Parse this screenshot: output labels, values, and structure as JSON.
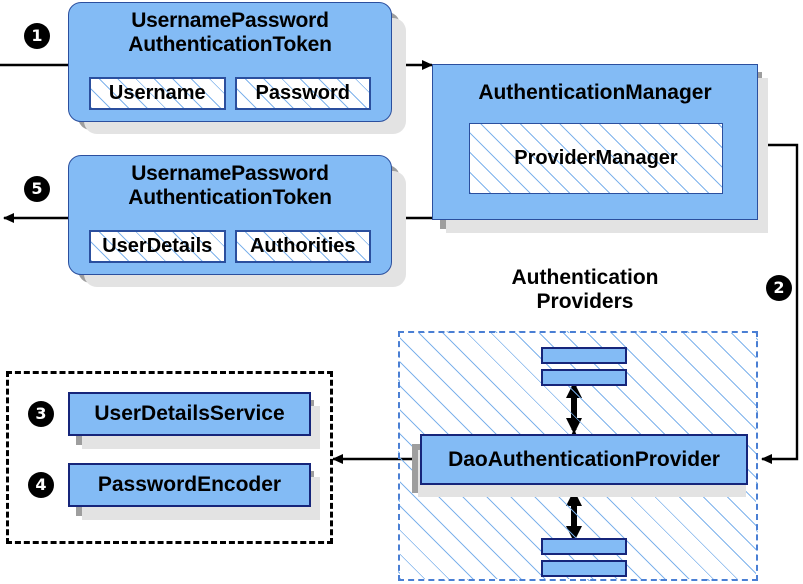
{
  "diagram": {
    "title": "Spring Security username/password authentication flow",
    "colors": {
      "box_fill": "#83bbf5",
      "box_border": "#2b4f9e",
      "bar_border": "#16257a",
      "hatch": "#78afeb",
      "dashed_blue": "#4a7fd4",
      "dashed_black": "#000000",
      "shadow_dark": "#9e9e9e",
      "shadow_light": "#e3e3e3",
      "marker": "#000000"
    }
  },
  "steps": [
    {
      "id": "step-1",
      "number": "❶",
      "label": "1"
    },
    {
      "id": "step-2",
      "number": "❷",
      "label": "2"
    },
    {
      "id": "step-3",
      "number": "❸",
      "label": "3"
    },
    {
      "id": "step-4",
      "number": "❹",
      "label": "4"
    },
    {
      "id": "step-5",
      "number": "❺",
      "label": "5"
    }
  ],
  "request_token": {
    "title_line_1": "UsernamePassword",
    "title_line_2": "AuthenticationToken",
    "fields": [
      {
        "name": "username-field",
        "label": "Username"
      },
      {
        "name": "password-field",
        "label": "Password"
      }
    ]
  },
  "response_token": {
    "title_line_1": "UsernamePassword",
    "title_line_2": "AuthenticationToken",
    "fields": [
      {
        "name": "userdetails-field",
        "label": "UserDetails"
      },
      {
        "name": "authorities-field",
        "label": "Authorities"
      }
    ]
  },
  "authentication_manager": {
    "title": "AuthenticationManager",
    "inner": "ProviderManager"
  },
  "authentication_providers": {
    "caption_line_1": "Authentication",
    "caption_line_2": "Providers",
    "primary_provider": "DaoAuthenticationProvider",
    "other_providers_count": 4
  },
  "dependencies": {
    "items": [
      {
        "name": "user-details-service",
        "label": "UserDetailsService",
        "step": "❸"
      },
      {
        "name": "password-encoder",
        "label": "PasswordEncoder",
        "step": "❹"
      }
    ]
  }
}
